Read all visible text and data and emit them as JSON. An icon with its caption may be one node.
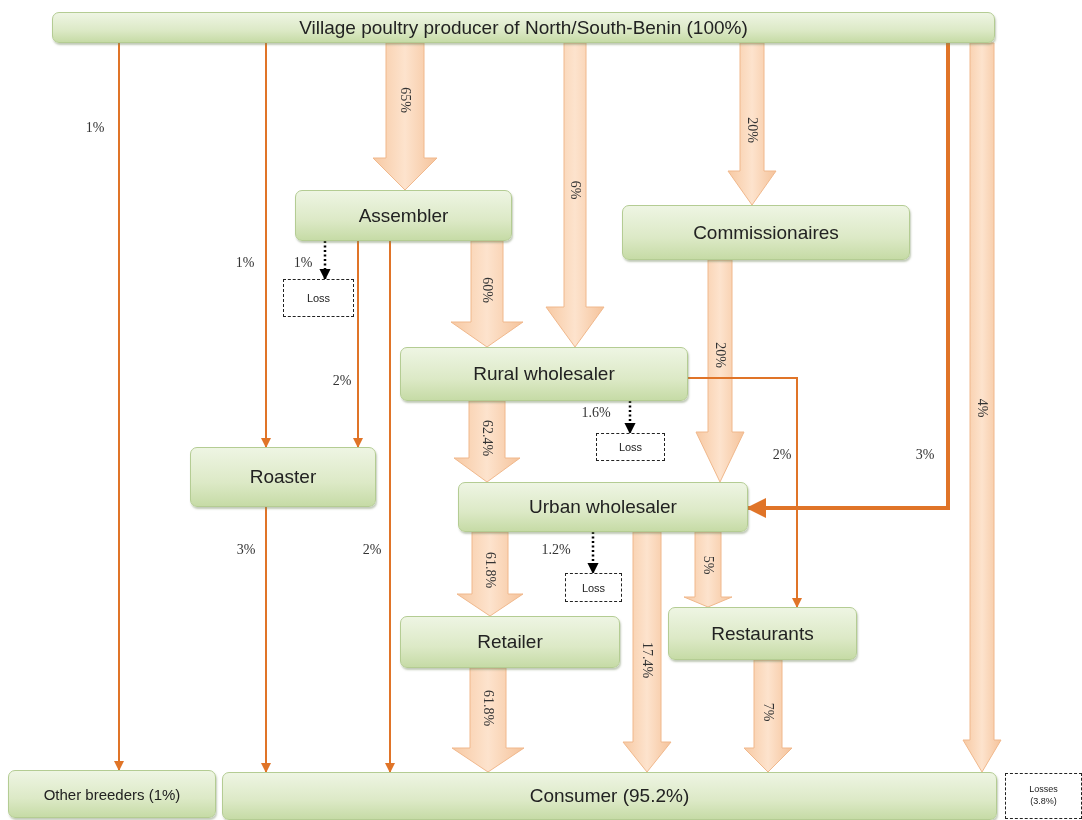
{
  "diagram": {
    "nodes": [
      {
        "text": [
          "Village poultry producer of North/South-Benin (100%)"
        ]
      },
      {
        "text": [
          "Assembler"
        ]
      },
      {
        "text": [
          "Commissionaires"
        ]
      },
      {
        "text": [
          "Loss"
        ]
      },
      {
        "text": [
          "Rural wholesaler"
        ]
      },
      {
        "text": [
          "Loss"
        ]
      },
      {
        "text": [
          "Roaster"
        ]
      },
      {
        "text": [
          "Urban wholesaler"
        ]
      },
      {
        "text": [
          "Loss"
        ]
      },
      {
        "text": [
          "Retailer"
        ]
      },
      {
        "text": [
          "Restaurants"
        ]
      },
      {
        "text": [
          "Other breeders (1%)"
        ]
      },
      {
        "text": [
          "Consumer (95.2%)"
        ]
      },
      {
        "text": [
          "Losses (3.8%)"
        ]
      }
    ],
    "edges": [
      {
        "from": 0,
        "to": 11,
        "arrow": "to",
        "label": "1%",
        "color": "#e07428"
      },
      {
        "from": 0,
        "to": 6,
        "arrow": "to",
        "label": "1%",
        "color": "#e07428"
      },
      {
        "from": 0,
        "to": 1,
        "arrow": "to",
        "label": "65%"
      },
      {
        "from": 0,
        "to": 4,
        "arrow": "to",
        "label": "6%"
      },
      {
        "from": 0,
        "to": 2,
        "arrow": "to",
        "label": "20%"
      },
      {
        "from": 0,
        "to": 7,
        "arrow": "to",
        "label": "3%",
        "color": "#e07428",
        "style": "thick"
      },
      {
        "from": 0,
        "to": 12,
        "arrow": "to",
        "label": "4%"
      },
      {
        "from": 1,
        "to": 3,
        "arrow": "to",
        "label": "1%",
        "style": "dashed",
        "color": "#000000"
      },
      {
        "from": 1,
        "to": 6,
        "arrow": "to",
        "label": "2%",
        "color": "#e07428"
      },
      {
        "from": 1,
        "to": 12,
        "arrow": "to",
        "label": "2%",
        "color": "#e07428"
      },
      {
        "from": 1,
        "to": 4,
        "arrow": "to",
        "label": "60%"
      },
      {
        "from": 2,
        "to": 7,
        "arrow": "to",
        "label": "20%"
      },
      {
        "from": 4,
        "to": 5,
        "arrow": "to",
        "label": "1.6%",
        "style": "dashed",
        "color": "#000000"
      },
      {
        "from": 4,
        "to": 7,
        "arrow": "to",
        "label": "62.4%"
      },
      {
        "from": 4,
        "to": 10,
        "arrow": "to",
        "label": "2%",
        "color": "#e07428"
      },
      {
        "from": 6,
        "to": 12,
        "arrow": "to",
        "label": "3%",
        "color": "#e07428"
      },
      {
        "from": 7,
        "to": 8,
        "arrow": "to",
        "label": "1.2%",
        "style": "dashed",
        "color": "#000000"
      },
      {
        "from": 7,
        "to": 9,
        "arrow": "to",
        "label": "61.8%"
      },
      {
        "from": 7,
        "to": 12,
        "arrow": "to",
        "label": "17.4%"
      },
      {
        "from": 7,
        "to": 10,
        "arrow": "to",
        "label": "5%"
      },
      {
        "from": 9,
        "to": 12,
        "arrow": "to",
        "label": "61.8%"
      },
      {
        "from": 10,
        "to": 12,
        "arrow": "to",
        "label": "7%"
      }
    ]
  }
}
